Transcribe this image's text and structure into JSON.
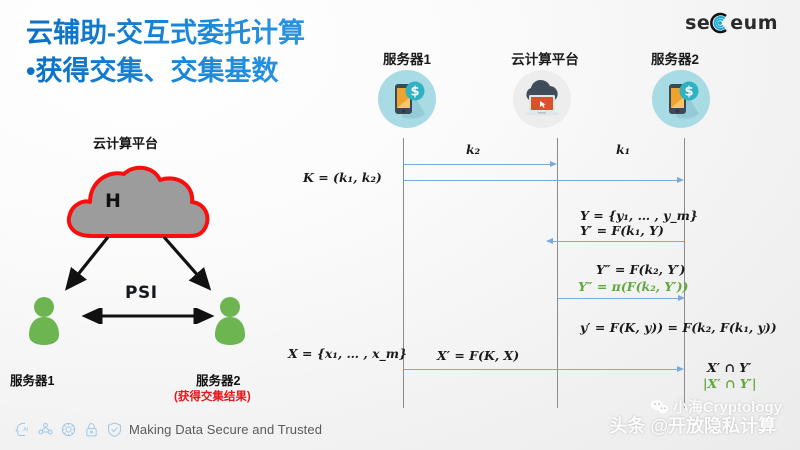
{
  "slide": {
    "title_line1": "云辅助-交互式委托计算",
    "title_line2": "•获得交集、交集基数"
  },
  "logo": {
    "text_left": "se",
    "text_right": "eum",
    "icon": "seceum-signal-icon"
  },
  "columns": [
    {
      "label": "服务器1",
      "icon": "smartphone-dollar-icon"
    },
    {
      "label": "云计算平台",
      "icon": "cloud-laptop-icon"
    },
    {
      "label": "服务器2",
      "icon": "smartphone-dollar-icon"
    }
  ],
  "messages": {
    "key_left": "K = (k₁, k₂)",
    "k2_label": "k₂",
    "k1_label": "k₁",
    "y_set": "Y = {y₁, … , y_m}",
    "y_prime": "Y′ = F(k₁, Y)",
    "y_dprime_black": "Y″ = F(k₂, Y′)",
    "y_dprime_green": "Y″ = π(F(k₂, Y′))",
    "y_result": "y′ = F(K, y)) = F(k₂, F(k₁, y))",
    "x_set": "X = {x₁, … , x_m}",
    "x_prime": "X′ = F(K, X)",
    "intersect_black": "X′ ∩ Y′",
    "intersect_green": "|X′ ∩ Y′|"
  },
  "left_diagram": {
    "cloud_title": "云计算平台",
    "cloud_letter": "H",
    "psi_label": "PSI",
    "server1_label": "服务器1",
    "server2_label": "服务器2",
    "result_note": "(获得交集结果)"
  },
  "footer": {
    "tagline": "Making Data Secure and Trusted",
    "icons": [
      "ai-head-icon",
      "network-people-icon",
      "gear-icon",
      "lock-icon",
      "shield-check-icon"
    ]
  },
  "watermarks": {
    "wechat": "小海Cryptology",
    "toutiao": "头条 @开放隐私计算"
  },
  "colors": {
    "title_blue": "#1a86d8",
    "accent_green": "#5fa83c",
    "alert_red": "#e8151b",
    "arrow_blue": "#7aa9dd",
    "cloud_gray": "#9c9c9c",
    "cloud_outline": "#fb0d0d",
    "person_green": "#6cb551"
  }
}
